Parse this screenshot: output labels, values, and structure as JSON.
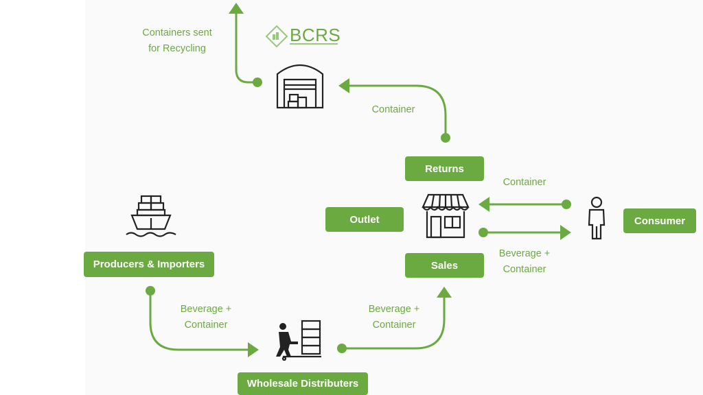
{
  "brand": {
    "logo_text": "BCRS",
    "accent_color": "#6aaa40"
  },
  "nodes": {
    "producers": "Producers & Importers",
    "wholesale": "Wholesale Distributers",
    "sales": "Sales",
    "outlet": "Outlet",
    "returns": "Returns",
    "consumer": "Consumer"
  },
  "flow_labels": {
    "recycling": [
      "Containers sent",
      "for Recycling"
    ],
    "returns_to_warehouse": "Container",
    "consumer_to_outlet": "Container",
    "outlet_to_consumer": [
      "Beverage +",
      "Container"
    ],
    "producers_to_wholesale": [
      "Beverage +",
      "Container"
    ],
    "wholesale_to_sales": [
      "Beverage +",
      "Container"
    ]
  },
  "icons": [
    "cargo-ship-icon",
    "warehouse-icon",
    "shop-icon",
    "person-icon",
    "pallet-worker-icon",
    "bcrs-logo-icon"
  ]
}
